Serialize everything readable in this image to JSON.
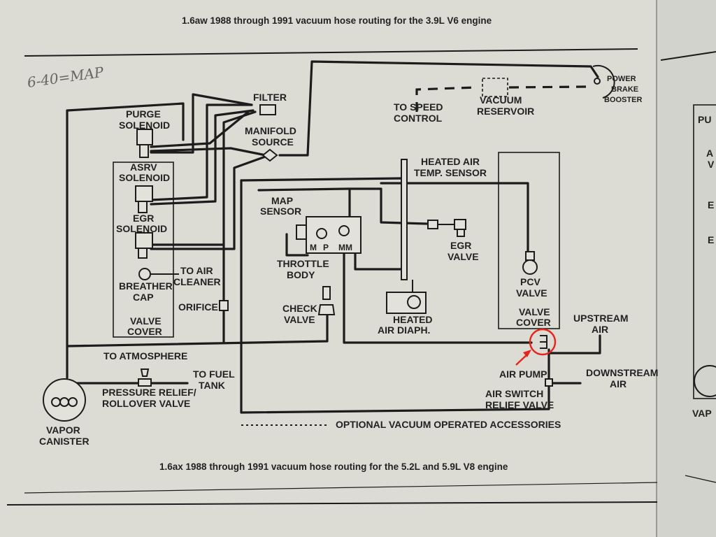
{
  "captions": {
    "top": "1.6aw  1988 through 1991 vacuum hose routing for the 3.9L V6 engine",
    "bottom": "1.6ax  1988 through 1991 vacuum hose routing for the 5.2L and 5.9L V8 engine"
  },
  "handwritten_note": "6-40=MAP",
  "labels": {
    "filter": "FILTER",
    "power": "POWER",
    "brake": "BRAKE",
    "booster": "BOOSTER",
    "purge1": "PURGE",
    "purge2": "SOLENOID",
    "manifold1": "MANIFOLD",
    "manifold2": "SOURCE",
    "to_speed1": "TO SPEED",
    "to_speed2": "CONTROL",
    "vacuum1": "VACUUM",
    "vacuum2": "RESERVOIR",
    "asrv1": "ASRV",
    "asrv2": "SOLENOID",
    "heated_air1": "HEATED AIR",
    "heated_air2": "TEMP. SENSOR",
    "map1": "MAP",
    "map2": "SENSOR",
    "egr_sol1": "EGR",
    "egr_sol2": "SOLENOID",
    "m": "M",
    "p": "P",
    "mm": "MM",
    "egr_valve1": "EGR",
    "egr_valve2": "VALVE",
    "throttle1": "THROTTLE",
    "throttle2": "BODY",
    "to_air1": "TO AIR",
    "to_air2": "CLEANER",
    "breather1": "BREATHER",
    "breather2": "CAP",
    "pcv1": "PCV",
    "pcv2": "VALVE",
    "orifice": "ORIFICE",
    "check1": "CHECK",
    "check2": "VALVE",
    "heated_diaph1": "HEATED",
    "heated_diaph2": "AIR DIAPH.",
    "valve_cover_l1": "VALVE",
    "valve_cover_l2": "COVER",
    "valve_cover_r1": "VALVE",
    "valve_cover_r2": "COVER",
    "upstream1": "UPSTREAM",
    "upstream2": "AIR",
    "to_atmosphere": "TO ATMOSPHERE",
    "air_pump": "AIR PUMP",
    "downstream1": "DOWNSTREAM",
    "downstream2": "AIR",
    "pressure1": "PRESSURE RELIEF/",
    "pressure2": "ROLLOVER VALVE",
    "to_fuel1": "TO FUEL",
    "to_fuel2": "TANK",
    "air_switch1": "AIR SWITCH",
    "air_switch2": "RELIEF VALVE",
    "vapor1": "VAPOR",
    "vapor2": "CANISTER",
    "optional": "OPTIONAL VACUUM OPERATED ACCESSORIES"
  },
  "right_page_fragments": [
    "PU",
    "A",
    "V",
    "E",
    "E",
    "VAP"
  ],
  "colors": {
    "annotation": "#e8231c",
    "ink": "#1c1c1c",
    "paper": "#dcdcd4"
  }
}
